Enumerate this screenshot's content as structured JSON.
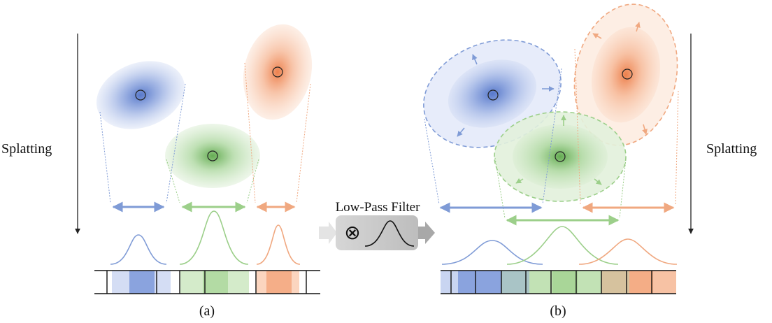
{
  "labels": {
    "splatting_left": "Splatting",
    "splatting_right": "Splatting",
    "filter": "Low-Pass Filter",
    "filter_symbol": "⊗",
    "panel_a": "(a)",
    "panel_b": "(b)"
  },
  "colors": {
    "blue": "#7f9bd6",
    "green": "#9ccf8a",
    "orange": "#f0a880",
    "blue_core": "#4f72c8",
    "green_core": "#5da84a",
    "orange_core": "#ec7a44"
  },
  "panels": [
    {
      "id": "a",
      "gaussians": [
        "blue",
        "green",
        "orange"
      ],
      "dilated": false
    },
    {
      "id": "b",
      "gaussians": [
        "blue",
        "green",
        "orange"
      ],
      "dilated": true
    }
  ]
}
